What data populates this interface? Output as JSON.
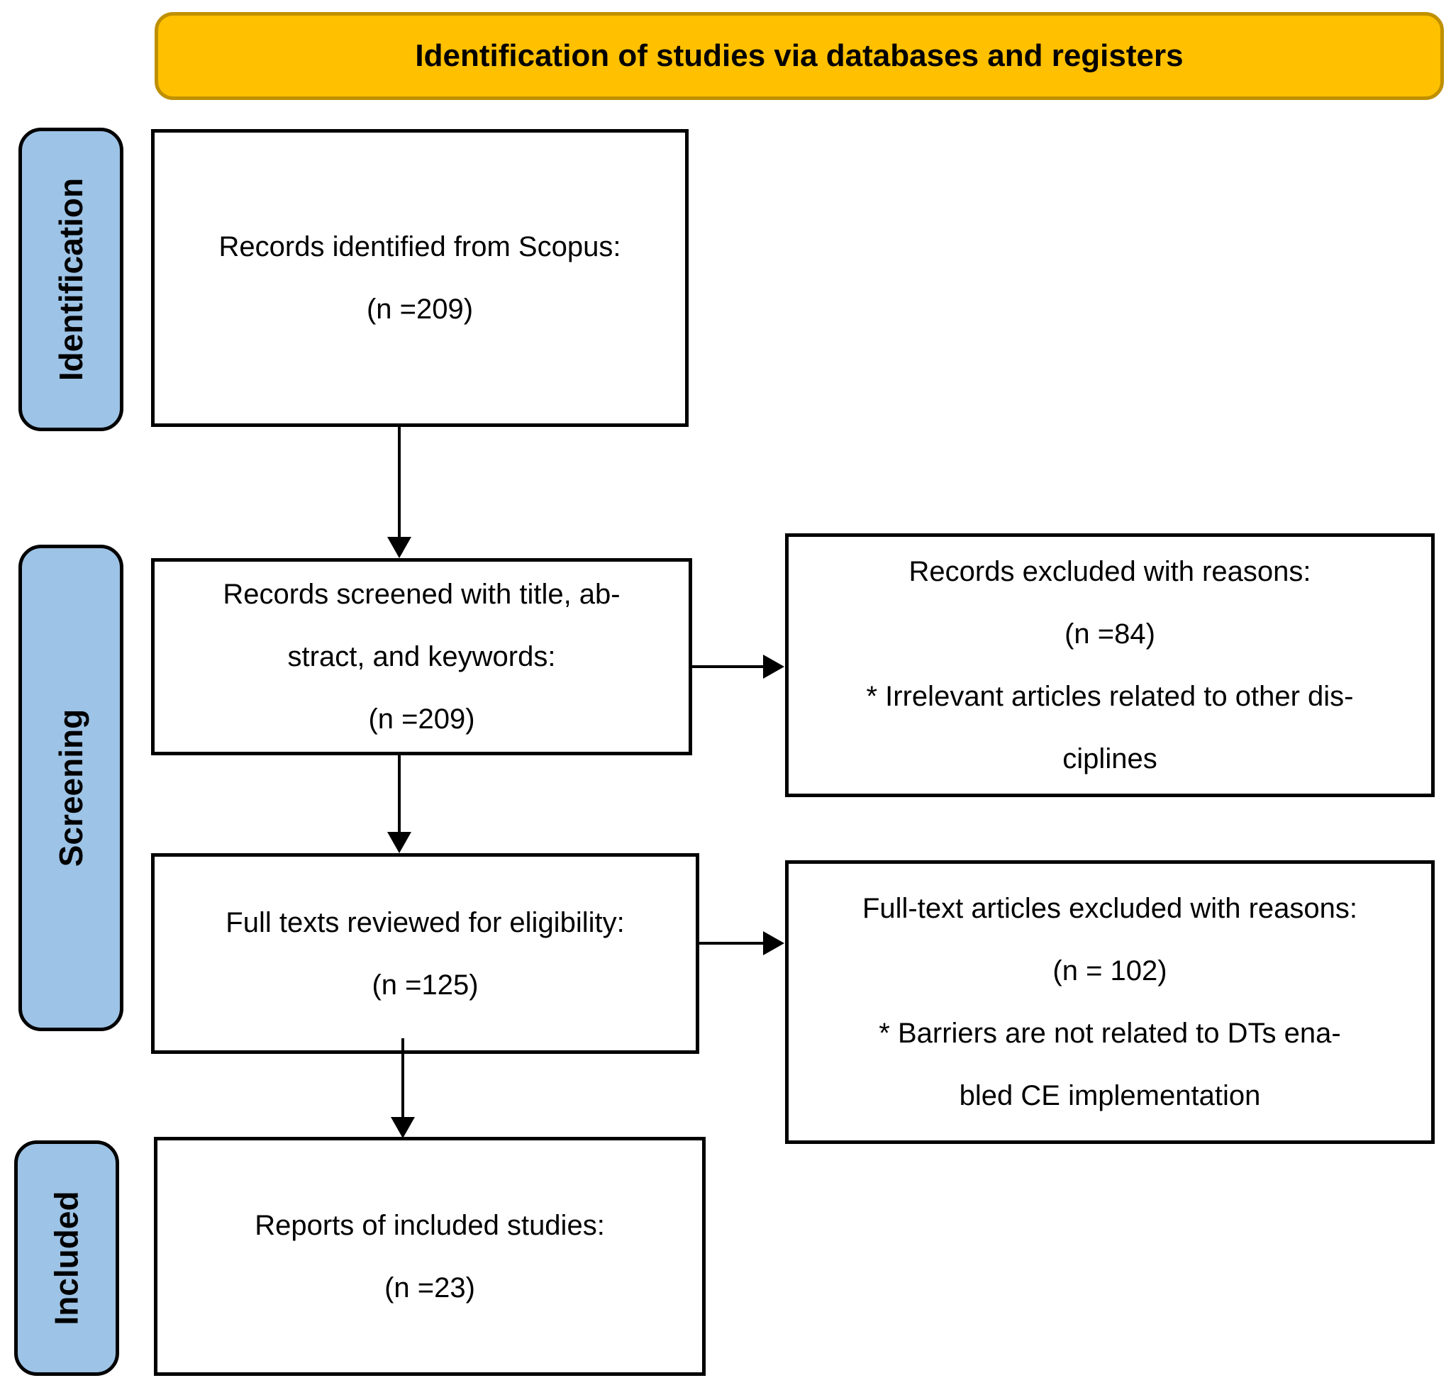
{
  "header": {
    "title": "Identification of studies via databases and registers"
  },
  "stages": [
    {
      "label": "Identification"
    },
    {
      "label": "Screening"
    },
    {
      "label": "Included"
    }
  ],
  "boxes": {
    "identified": {
      "lines": [
        "Records identified from Scopus:",
        "(n =209)"
      ]
    },
    "screened": {
      "lines": [
        "Records screened with title, ab-",
        "stract, and keywords:",
        "(n =209)"
      ]
    },
    "fulltext": {
      "lines": [
        "Full texts reviewed for eligibility:",
        "(n =125)"
      ]
    },
    "included": {
      "lines": [
        "Reports of included studies:",
        "(n =23)"
      ]
    },
    "excluded1": {
      "lines": [
        "Records excluded with reasons:",
        "(n =84)",
        "* Irrelevant articles related to other dis-",
        "ciplines"
      ]
    },
    "excluded2": {
      "lines": [
        "Full-text articles excluded with reasons:",
        "(n = 102)",
        "* Barriers are not related to DTs ena-",
        "bled CE implementation"
      ]
    }
  },
  "colors": {
    "header_fill": "#FFC000",
    "header_border": "#BF9000",
    "stage_fill": "#9DC3E6",
    "box_border": "#000000",
    "box_fill": "#FFFFFF",
    "arrow": "#000000"
  }
}
